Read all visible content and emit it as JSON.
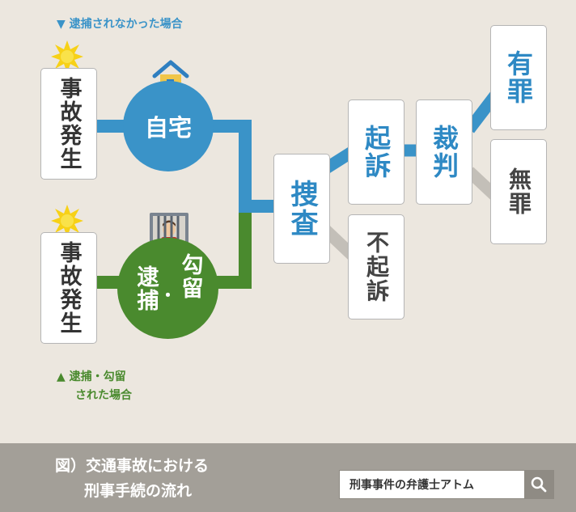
{
  "labels": {
    "not_arrested": "▼ 逮捕されなかった場合",
    "arrested_line1": "▲ 逮捕・勾留",
    "arrested_line2": "された場合"
  },
  "nodes": {
    "accident_top": "事故発生",
    "accident_bottom": "事故発生",
    "home": "自宅",
    "arrest_col1": "逮捕",
    "arrest_dot": "・",
    "arrest_col2": "勾留",
    "investigation": "捜査",
    "prosecution": "起訴",
    "non_prosecution": "不起訴",
    "trial": "裁判",
    "guilty": "有罪",
    "not_guilty": "無罪"
  },
  "footer": {
    "caption_line1": "図）交通事故における",
    "caption_line2": "刑事手続の流れ",
    "search_text": "刑事事件の弁護士アトム"
  },
  "colors": {
    "blue_path": "#3a93c8",
    "green_path": "#4a8a2e",
    "gray_path": "#c3bfb8",
    "background": "#ece7df",
    "footer_bg": "#a39f98"
  },
  "icons": [
    "star-burst-icon",
    "house-icon",
    "jail-person-icon",
    "search-icon"
  ]
}
